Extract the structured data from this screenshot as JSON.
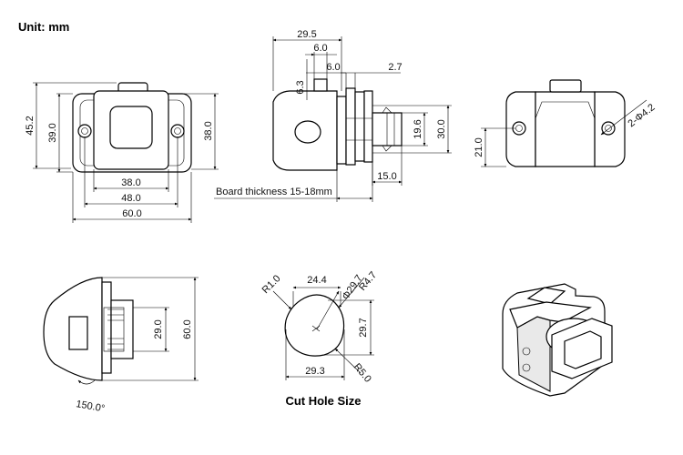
{
  "header": {
    "unit_label": "Unit: mm"
  },
  "front_view": {
    "height_outer": "45.2",
    "height_body": "39.0",
    "height_inner": "38.0",
    "width_inner": "38.0",
    "width_mid": "48.0",
    "width_outer": "60.0"
  },
  "side_view": {
    "total_depth": "29.5",
    "upper_6": "6.0",
    "lower_6": "6.0",
    "tab_height": "6.3",
    "flange": "2.7",
    "bolt_dia": "19.6",
    "bolt_height": "30.0",
    "bolt_len": "15.0",
    "board_note": "Board thickness 15-18mm"
  },
  "rear_view": {
    "hole_label": "2-Φ4.2",
    "hole_height": "21.0"
  },
  "angle_view": {
    "height": "60.0",
    "inner": "29.0",
    "angle": "150.0°"
  },
  "cut_hole": {
    "top_width": "24.4",
    "dia": "Φ29.7",
    "r_top": "R4.7",
    "r_left": "R1.0",
    "height": "29.7",
    "bottom_width": "29.3",
    "r_bottom": "R5.0",
    "title": "Cut Hole Size"
  }
}
